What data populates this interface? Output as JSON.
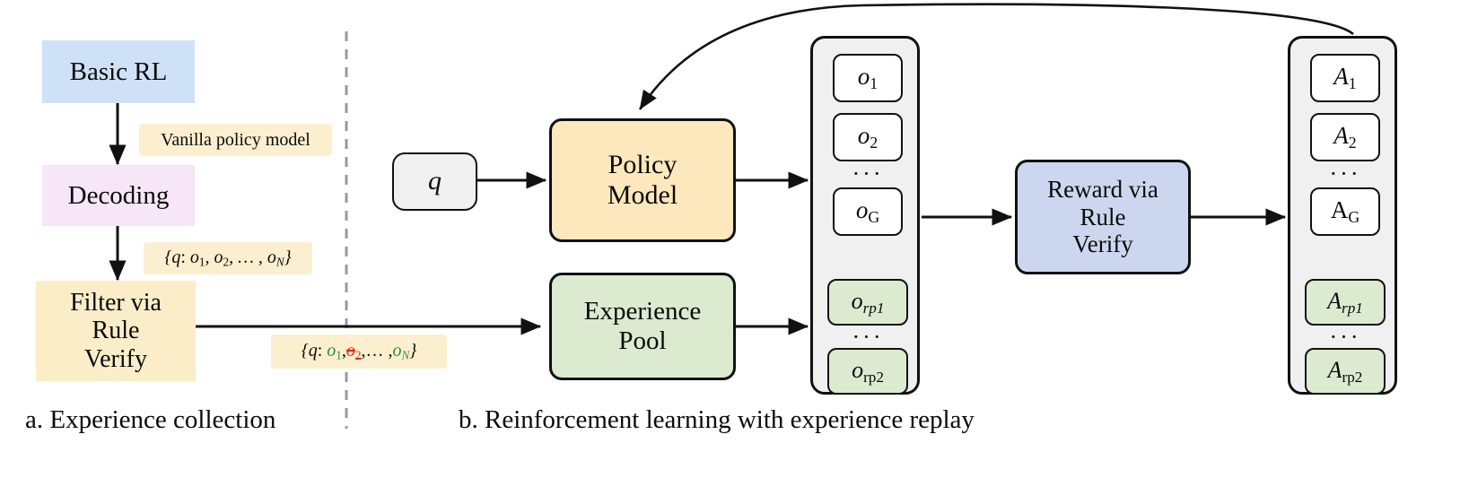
{
  "figure": {
    "divider": "vertical dashed separator",
    "captions": {
      "a": "a. Experience collection",
      "b": "b. Reinforcement learning with experience replay"
    }
  },
  "panel_a": {
    "boxes": [
      {
        "id": "basic-rl",
        "label": "Basic RL",
        "color": "#cfe1f7"
      },
      {
        "id": "decoding",
        "label": "Decoding",
        "color": "#f6e6f8"
      },
      {
        "id": "filter",
        "label": "Filter via Rule Verify",
        "line1": "Filter via",
        "line2": "Rule",
        "line3": "Verify",
        "color": "#fbedc8"
      }
    ],
    "edge_labels": [
      {
        "id": "vanilla-policy-model",
        "text": "Vanilla policy model"
      },
      {
        "id": "decoded-set",
        "prefix": "{",
        "q": "q",
        "colon": ":",
        "items": "o1, o2, ... , oN",
        "suffix": "}"
      },
      {
        "id": "filtered-set",
        "prefix": "{",
        "q": "q",
        "colon": ":",
        "kept1": "o1",
        "removed": "o2",
        "dots": "... ,",
        "kept2": "oN",
        "suffix": "}"
      }
    ]
  },
  "panel_b": {
    "query_box": {
      "label": "q"
    },
    "policy_model": {
      "line1": "Policy",
      "line2": "Model",
      "color": "#fce8bc"
    },
    "experience_pool": {
      "line1": "Experience",
      "line2": "Pool",
      "color": "#dcead0"
    },
    "reward_box": {
      "line1": "Reward via",
      "line2": "Rule",
      "line3": "Verify",
      "color": "#ccd7ef"
    },
    "output_stack": {
      "name": "rollout outputs",
      "items": [
        {
          "base": "o",
          "sub": "1",
          "replay": false
        },
        {
          "base": "o",
          "sub": "2",
          "replay": false
        },
        {
          "base": "o",
          "sub": "G",
          "replay": false
        },
        {
          "base": "o",
          "sub": "rp1",
          "replay": true
        },
        {
          "base": "o",
          "sub": "rp2",
          "replay": true
        }
      ],
      "ellipsis": "···"
    },
    "advantage_stack": {
      "name": "advantages",
      "items": [
        {
          "base": "A",
          "sub": "1",
          "replay": false
        },
        {
          "base": "A",
          "sub": "2",
          "replay": false
        },
        {
          "base": "A",
          "sub": "G",
          "replay": false
        },
        {
          "base": "A",
          "sub": "rp1",
          "replay": true
        },
        {
          "base": "A",
          "sub": "rp2",
          "replay": true
        }
      ],
      "ellipsis": "···"
    },
    "feedback_arrow": "policy update from advantages back to Policy Model"
  },
  "colors": {
    "stroke": "#111111",
    "green_text": "#2f8f3e",
    "red_strike": "#e8271c",
    "chip_bg": "#fcefcf",
    "stack_bg": "#f0f0f0"
  }
}
